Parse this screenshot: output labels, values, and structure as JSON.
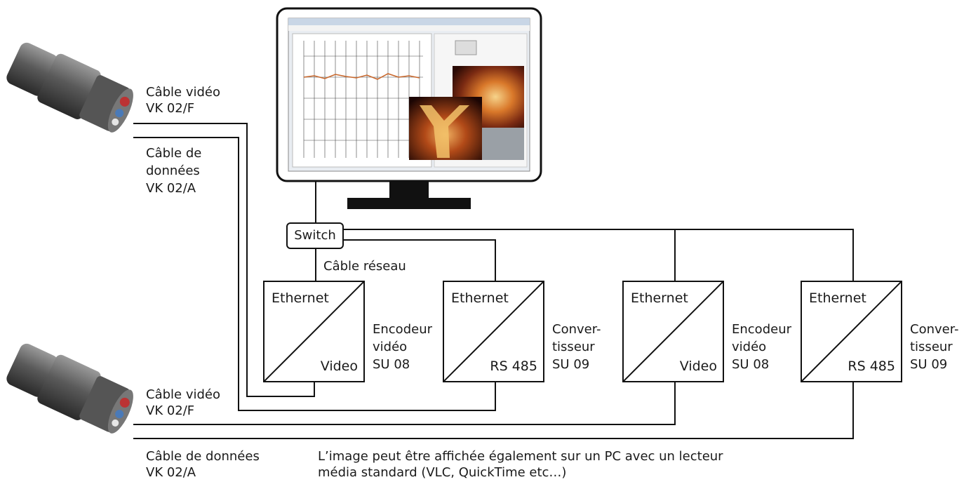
{
  "camera_top": {
    "video_cable_line1": "Câble vidéo",
    "video_cable_line2": "VK 02/F",
    "data_cable_line1": "Câble de",
    "data_cable_line2": "données",
    "data_cable_line3": "VK 02/A"
  },
  "camera_bottom": {
    "video_cable_line1": "Câble vidéo",
    "video_cable_line2": "VK 02/F",
    "data_cable_line1": "Câble de données",
    "data_cable_line2": "VK 02/A"
  },
  "switch": {
    "label": "Switch"
  },
  "network_cable": {
    "label": "Câble réseau"
  },
  "converters": [
    {
      "top": "Ethernet",
      "bottom": "Video",
      "desc1": "Encodeur",
      "desc2": "vidéo",
      "desc3": "SU 08"
    },
    {
      "top": "Ethernet",
      "bottom": "RS 485",
      "desc1": "Conver-",
      "desc2": "tisseur",
      "desc3": "SU 09"
    },
    {
      "top": "Ethernet",
      "bottom": "Video",
      "desc1": "Encodeur",
      "desc2": "vidéo",
      "desc3": "SU 08"
    },
    {
      "top": "Ethernet",
      "bottom": "RS 485",
      "desc1": "Conver-",
      "desc2": "tisseur",
      "desc3": "SU 09"
    }
  ],
  "footnote": {
    "line1": "L’image peut être affichée également sur un PC avec un lecteur",
    "line2": "média standard (VLC, QuickTime etc…)"
  }
}
